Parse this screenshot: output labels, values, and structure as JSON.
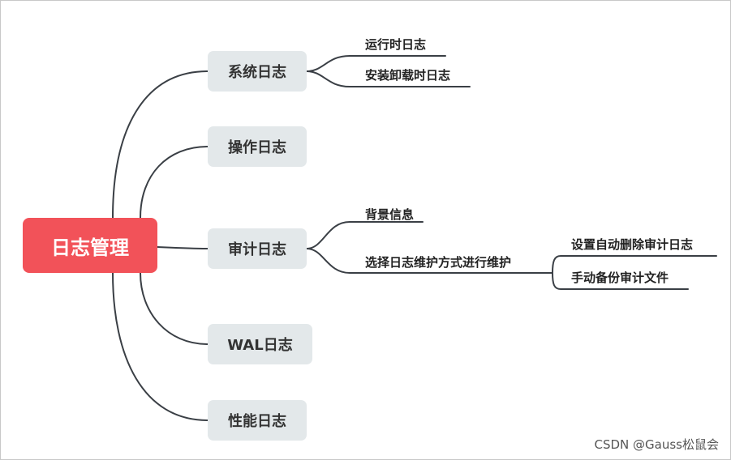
{
  "root": {
    "label": "日志管理"
  },
  "branches": [
    {
      "label": "系统日志"
    },
    {
      "label": "操作日志"
    },
    {
      "label": "审计日志"
    },
    {
      "label": "WAL日志"
    },
    {
      "label": "性能日志"
    }
  ],
  "system_children": [
    "运行时日志",
    "安装卸载时日志"
  ],
  "audit_children": [
    "背景信息",
    "选择日志维护方式进行维护"
  ],
  "maintenance_children": [
    "设置自动删除审计日志",
    "手动备份审计文件"
  ],
  "watermark": "CSDN @Gauss松鼠会",
  "colors": {
    "root": "#f25259",
    "branch": "#e3e8ea",
    "line": "#3a3f45"
  }
}
